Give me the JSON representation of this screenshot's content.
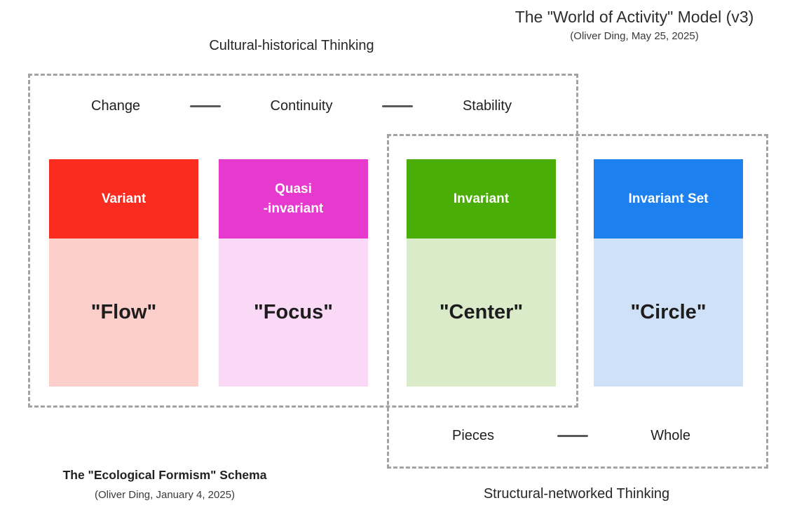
{
  "header": {
    "title": "The \"World of Activity\" Model (v3)",
    "subtitle": "(Oliver Ding, May 25, 2025)"
  },
  "cultural_region": {
    "title": "Cultural-historical Thinking",
    "spectrum": [
      "Change",
      "Continuity",
      "Stability"
    ]
  },
  "structural_region": {
    "title": "Structural-networked Thinking",
    "spectrum": [
      "Pieces",
      "Whole"
    ]
  },
  "cards": [
    {
      "id": "variant",
      "label": "Variant",
      "term": "\"Flow\"",
      "header_color": "#fa2b1f",
      "body_color": "#fccfca"
    },
    {
      "id": "quasi-invariant",
      "label": "Quasi\n-invariant",
      "term": "\"Focus\"",
      "header_color": "#e63ace",
      "body_color": "#fad9f7"
    },
    {
      "id": "invariant",
      "label": "Invariant",
      "term": "\"Center\"",
      "header_color": "#4bae08",
      "body_color": "#d9ebc8"
    },
    {
      "id": "invariant-set",
      "label": "Invariant Set",
      "term": "\"Circle\"",
      "header_color": "#1c81ef",
      "body_color": "#cfe1f7"
    }
  ],
  "footer": {
    "title": "The \"Ecological Formism\" Schema",
    "subtitle": "(Oliver Ding, January 4, 2025)"
  },
  "colors": {
    "boundary_dash": "#a3a3a3",
    "connector_line": "#5a5a5a",
    "heading_text": "#2d2d2d",
    "term_text": "#1d1d1d",
    "card_label_text": "#ffffff",
    "background": "#ffffff"
  }
}
